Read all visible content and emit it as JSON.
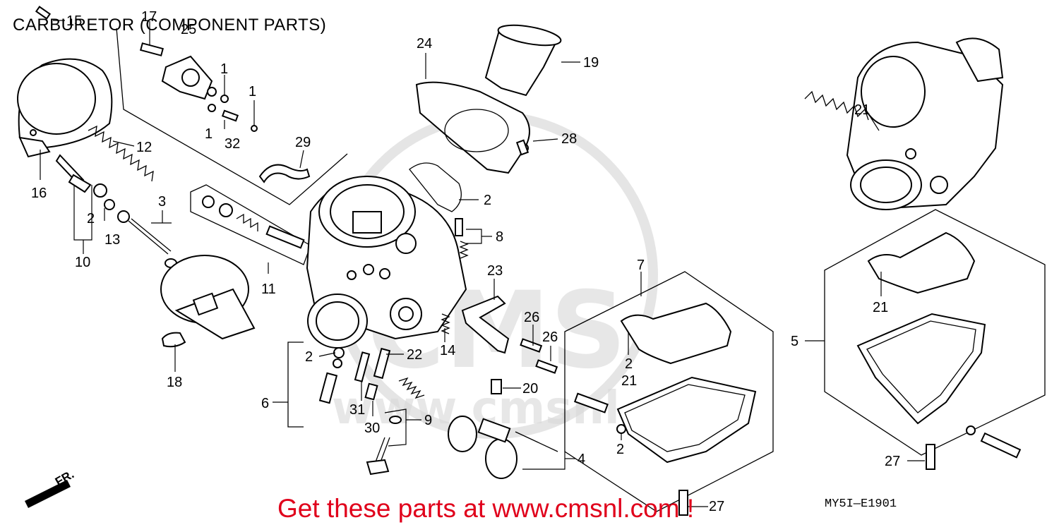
{
  "title": "CARBURETOR (COMPONENT PARTS)",
  "promo": "Get these parts at www.cmsnl.com !",
  "diagram_code": "MY5I—E1901",
  "direction_label": "FR.",
  "watermark": {
    "logo": "CMS",
    "url": "www.cmsnl.com"
  },
  "callouts": {
    "c15": "15",
    "c17": "17",
    "c25": "25",
    "c1a": "1",
    "c1b": "1",
    "c1c": "1",
    "c32": "32",
    "c12": "12",
    "c16": "16",
    "c2a": "2",
    "c13": "13",
    "c10": "10",
    "c3": "3",
    "c29": "29",
    "c11": "11",
    "c18": "18",
    "c24": "24",
    "c19": "19",
    "c28": "28",
    "c2b": "2",
    "c8": "8",
    "c23": "23",
    "c14": "14",
    "c26a": "26",
    "c26b": "26",
    "c7": "7",
    "c2c": "2",
    "c21a": "21",
    "c2d": "2",
    "c22": "22",
    "c6": "6",
    "c31": "31",
    "c20": "20",
    "c30": "30",
    "c9": "9",
    "c4": "4",
    "c2e": "2",
    "c27a": "27",
    "c21b": "21",
    "c5": "5",
    "c27b": "27",
    "c21c": "21"
  }
}
